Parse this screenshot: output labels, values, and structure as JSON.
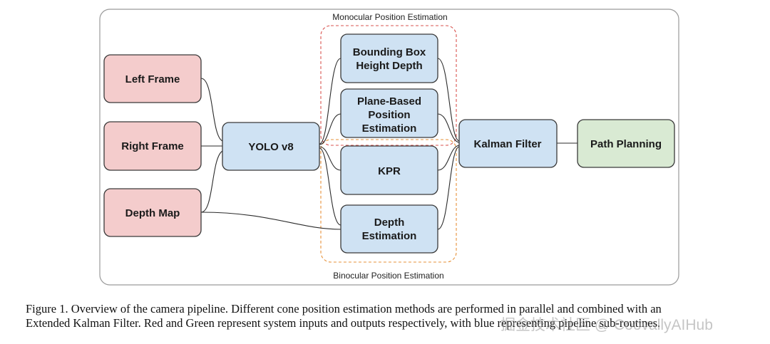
{
  "diagram": {
    "groups": {
      "monocular": "Monocular Position Estimation",
      "binocular": "Binocular Position Estimation"
    },
    "nodes": {
      "left_frame": "Left Frame",
      "right_frame": "Right Frame",
      "depth_map": "Depth Map",
      "yolo": "YOLO v8",
      "bbox_height_depth": [
        "Bounding Box",
        "Height Depth"
      ],
      "plane_based": [
        "Plane-Based",
        "Position",
        "Estimation"
      ],
      "kpr": "KPR",
      "depth_estimation": [
        "Depth",
        "Estimation"
      ],
      "kalman_filter": "Kalman Filter",
      "path_planning": "Path Planning"
    },
    "colors": {
      "input": "#f4cccc",
      "process": "#cfe2f3",
      "output": "#d9ead3",
      "monocular_border": "#d9534f",
      "binocular_border": "#e69138"
    }
  },
  "caption": {
    "line1": "Figure 1.  Overview of the camera pipeline.  Different cone position estimation methods are performed in parallel and combined with an",
    "line2": "Extended Kalman Filter. Red and Green represent system inputs and outputs respectively, with blue representing pipeline sub-routines."
  },
  "watermark": "掘金技术社区 @ CoovallyAIHub"
}
